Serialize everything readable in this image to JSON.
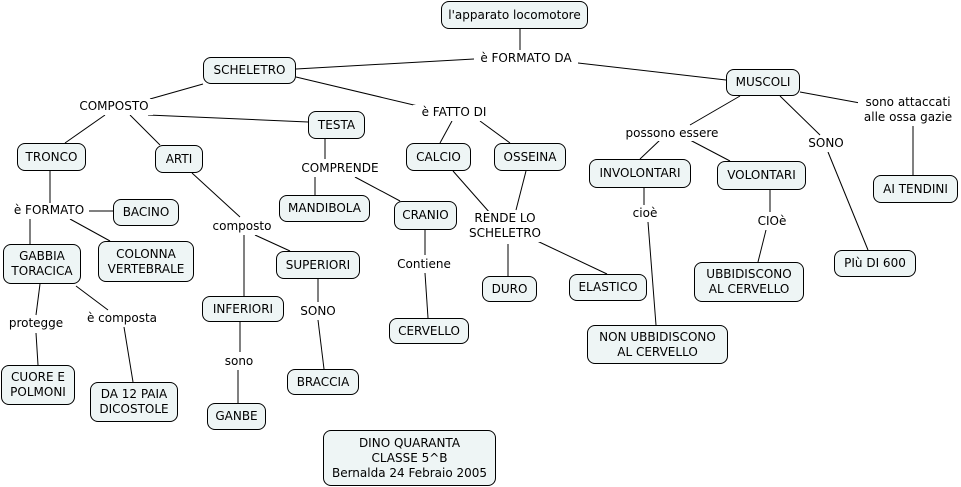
{
  "nodes": {
    "apparato": "l'apparato locomotore",
    "scheletro": "SCHELETRO",
    "muscoli": "MUSCOLI",
    "tronco": "TRONCO",
    "arti": "ARTI",
    "testa": "TESTA",
    "calcio": "CALCIO",
    "osseina": "OSSEINA",
    "involontari": "INVOLONTARI",
    "volontari": "VOLONTARI",
    "tendini": "AI TENDINI",
    "bacino": "BACINO",
    "mandibola": "MANDIBOLA",
    "cranio": "CRANIO",
    "gabbia": "GABBIA\nTORACICA",
    "colonna": "COLONNA\nVERTEBRALE",
    "superiori": "SUPERIORI",
    "inferiori": "INFERIORI",
    "ubbidiscono": "UBBIDISCONO\nAL CERVELLO",
    "piu600": "PIù DI 600",
    "duro": "DURO",
    "elastico": "ELASTICO",
    "cervello": "CERVELLO",
    "non_ubbidiscono": "NON UBBIDISCONO\nAL CERVELLO",
    "cuore": "CUORE E\nPOLMONI",
    "dodici_paia": "DA 12 PAIA\nDICOSTOLE",
    "braccia": "BRACCIA",
    "ganbe": "GANBE",
    "autore": "DINO QUARANTA\nCLASSE 5^B\nBernalda 24 Febraio 2005"
  },
  "links": {
    "formato_da": "è FORMATO DA",
    "composto_upper": "COMPOSTO",
    "fatto_di": "è FATTO DI",
    "possono_essere": "possono essere",
    "sono_upper": "SONO",
    "attaccati": "sono attaccati\nalle ossa gazie",
    "e_formato": "è FORMATO",
    "composto_lower": "composto",
    "comprende": "COMPRENDE",
    "rende_lo": "RENDE LO\nSCHELETRO",
    "cioe_lower": "cioè",
    "cioe_mixed": "CIOè",
    "contiene": "Contiene",
    "protegge": "protegge",
    "e_composta": "è composta",
    "sono_lower": "sono",
    "sono_arti": "SONO"
  }
}
